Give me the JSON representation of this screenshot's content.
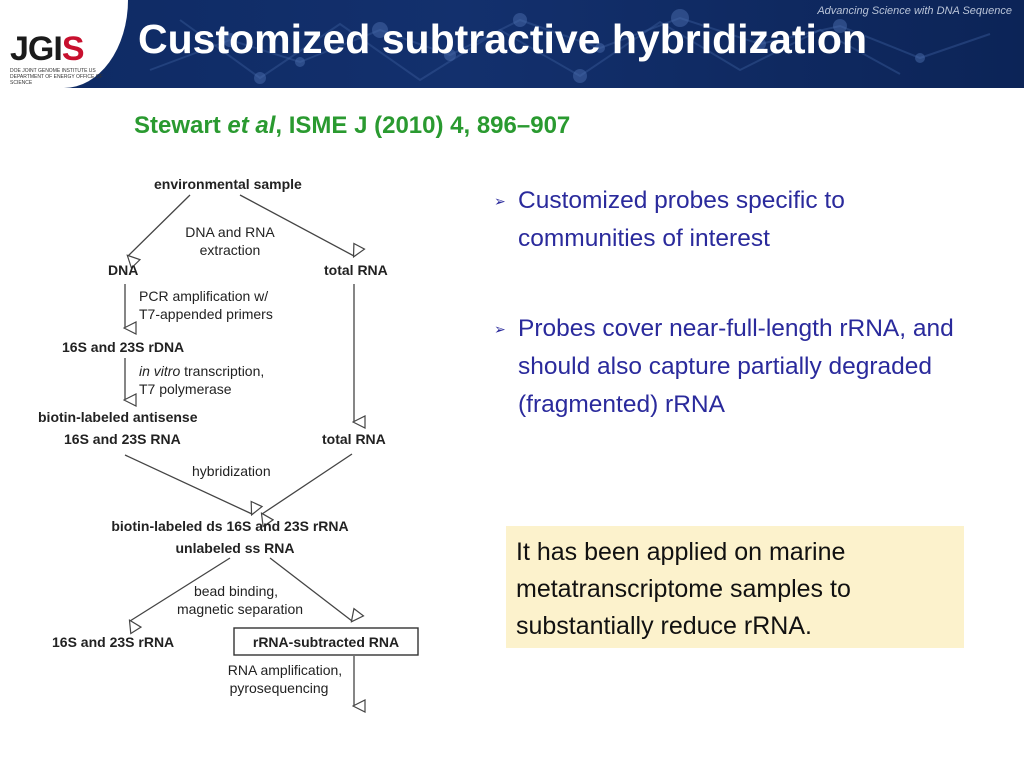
{
  "header": {
    "title": "Customized subtractive hybridization",
    "tagline": "Advancing Science with DNA Sequence",
    "logo": {
      "mark_a": "JGI",
      "mark_b": "S",
      "sub": "DOE JOINT GENOME INSTITUTE US DEPARTMENT OF ENERGY OFFICE OF SCIENCE"
    },
    "colors": {
      "bar": "#13306d",
      "logo_accent": "#c8102e"
    }
  },
  "citation": {
    "author": "Stewart ",
    "etal": "et al",
    "rest": ", ISME J (2010) 4, 896–907",
    "color": "#2a9a30"
  },
  "diagram": {
    "environmental_sample": "environmental sample",
    "step_extraction_1": "DNA and RNA",
    "step_extraction_2": "extraction",
    "dna": "DNA",
    "total_rna": "total RNA",
    "step_pcr_1": "PCR amplification w/",
    "step_pcr_2": "T7-appended primers",
    "rdna": "16S and 23S rDNA",
    "step_ivt_italic": "in vitro",
    "step_ivt_rest": " transcription,",
    "step_ivt_2": "T7 polymerase",
    "antisense_1": "biotin-labeled antisense",
    "antisense_2": "16S and 23S RNA",
    "total_rna_2": "total RNA",
    "step_hybridization": "hybridization",
    "ds_rrna": "biotin-labeled ds 16S and 23S rRNA",
    "ss_rna": "unlabeled ss RNA",
    "step_bead_1": "bead binding,",
    "step_bead_2": "magnetic separation",
    "rrna_out": "16S and 23S rRNA",
    "subtracted": "rRNA-subtracted RNA",
    "step_amp_1": "RNA amplification,",
    "step_amp_2": "pyrosequencing"
  },
  "bullets": [
    {
      "text": "Customized probes specific to communities of interest",
      "marker": "➢"
    },
    {
      "text": "Probes cover near-full-length rRNA, and should also capture partially degraded (fragmented) rRNA",
      "marker": "➢"
    }
  ],
  "callout": {
    "text": "It has been applied on marine metatranscriptome samples to substantially reduce rRNA.",
    "background": "#fcf2cc"
  },
  "text_color": "#2a2a9c"
}
